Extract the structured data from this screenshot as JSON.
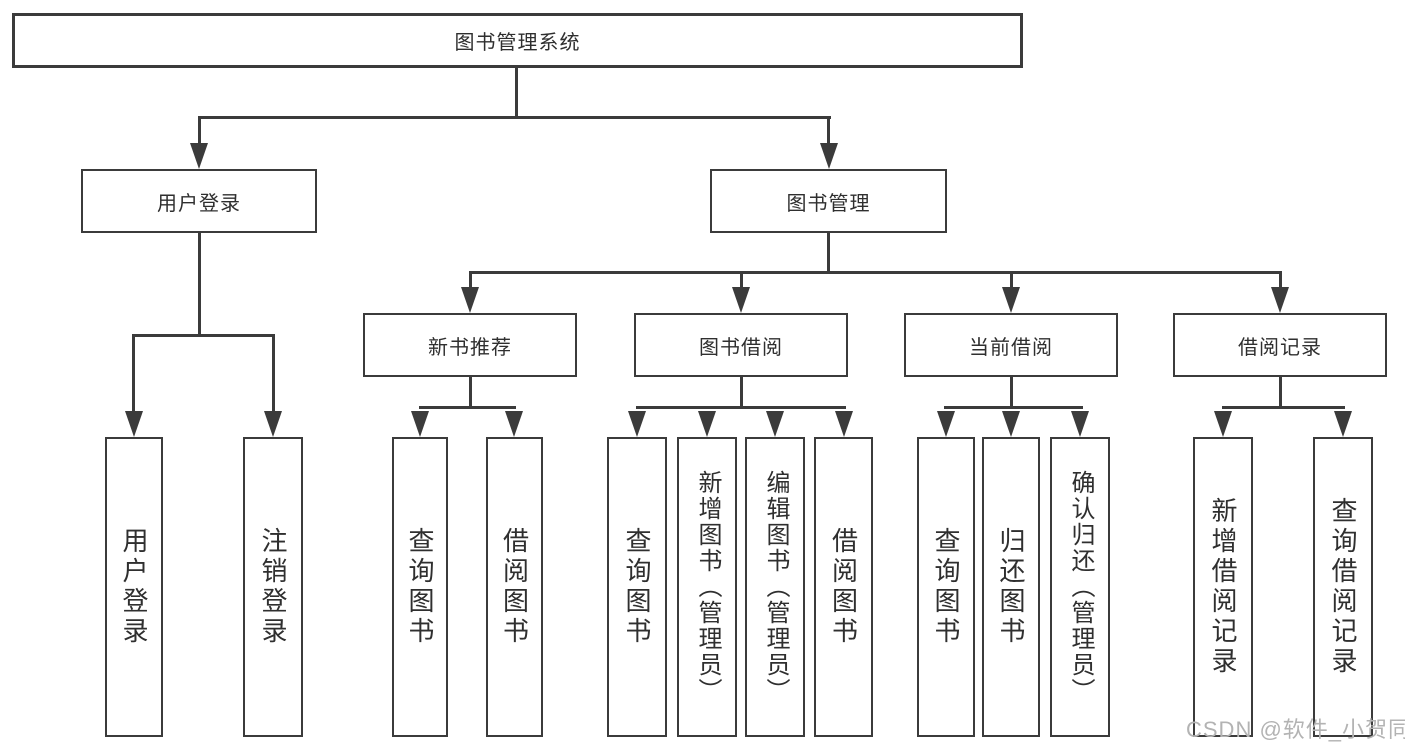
{
  "colors": {
    "line": "#3b3b3b",
    "text": "#2f2f2f",
    "box_bg": "#ffffff",
    "watermark": "#b3b3b3"
  },
  "nodes": {
    "root": "图书管理系统",
    "user_login": "用户登录",
    "book_mgmt": "图书管理",
    "new_books": "新书推荐",
    "book_borrow": "图书借阅",
    "current_borrow": "当前借阅",
    "borrow_records": "借阅记录"
  },
  "leaves": {
    "user_login": [
      "用户登录",
      "注销登录"
    ],
    "new_books": [
      "查询图书",
      "借阅图书"
    ],
    "book_borrow": [
      "查询图书",
      "新增图书（管理员）",
      "编辑图书（管理员）",
      "借阅图书"
    ],
    "current_borrow": [
      "查询图书",
      "归还图书",
      "确认归还（管理员）"
    ],
    "borrow_records": [
      "新增借阅记录",
      "查询借阅记录"
    ]
  },
  "watermark": "CSDN @软件_小贺同学"
}
